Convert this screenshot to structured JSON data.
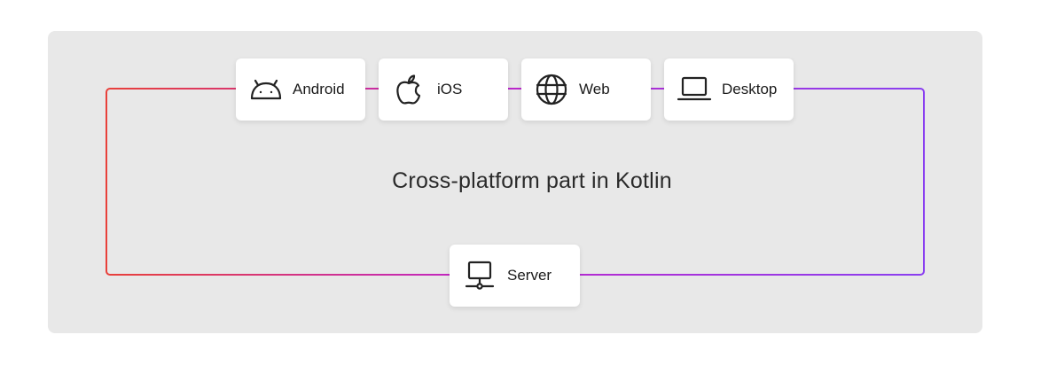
{
  "diagram": {
    "center_label": "Cross-platform part in Kotlin",
    "platforms": {
      "android": "Android",
      "ios": "iOS",
      "web": "Web",
      "desktop": "Desktop",
      "server": "Server"
    },
    "colors": {
      "panel": "#e8e8e8",
      "loop_start": "#e8403a",
      "loop_mid": "#c026c8",
      "loop_end": "#8a3ff0"
    },
    "icons": {
      "android": "android-icon",
      "ios": "apple-icon",
      "web": "globe-icon",
      "desktop": "laptop-icon",
      "server": "server-icon"
    }
  }
}
